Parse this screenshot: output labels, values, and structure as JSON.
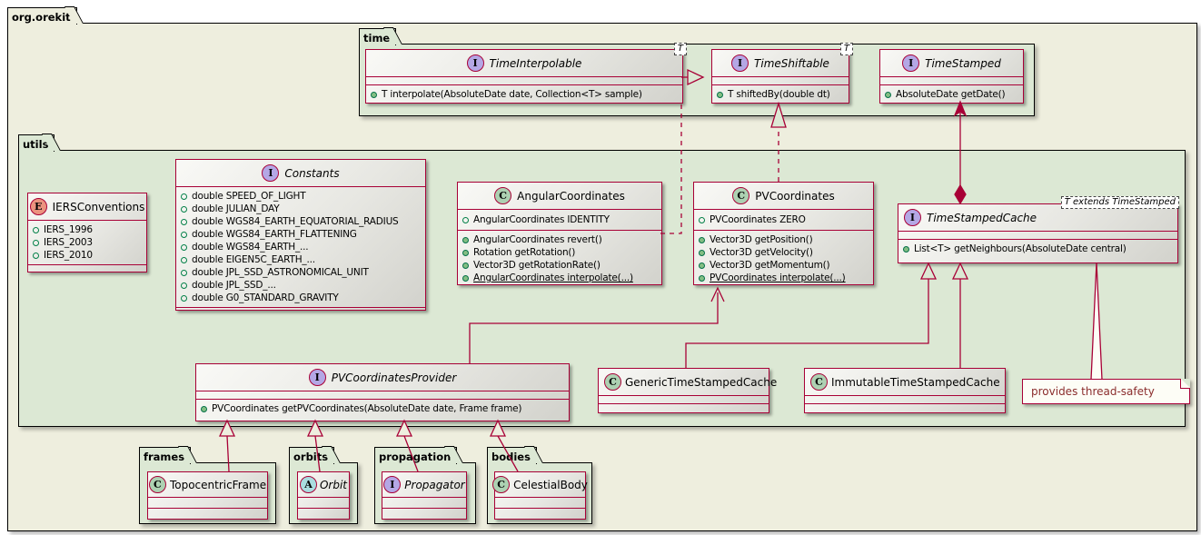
{
  "diagram": {
    "root_package": "org.orekit",
    "packages": {
      "time": "time",
      "utils": "utils",
      "frames": "frames",
      "orbits": "orbits",
      "propagation": "propagation",
      "bodies": "bodies"
    },
    "note": "provides thread-safety"
  },
  "classes": {
    "time_interpolable": {
      "badge": "I",
      "name": "TimeInterpolable",
      "generic": "T",
      "fields": [],
      "methods": [
        {
          "t": "T interpolate(AbsoluteDate date, Collection<T> sample)"
        }
      ]
    },
    "time_shiftable": {
      "badge": "I",
      "name": "TimeShiftable",
      "generic": "T",
      "fields": [],
      "methods": [
        {
          "t": "T shiftedBy(double dt)"
        }
      ]
    },
    "time_stamped": {
      "badge": "I",
      "name": "TimeStamped",
      "fields": [],
      "methods": [
        {
          "t": "AbsoluteDate getDate()"
        }
      ]
    },
    "iers_conventions": {
      "badge": "E",
      "name": "IERSConventions",
      "fields": [
        {
          "t": "IERS_1996"
        },
        {
          "t": "IERS_2003"
        },
        {
          "t": "IERS_2010"
        }
      ],
      "methods": []
    },
    "constants": {
      "badge": "I",
      "name": "Constants",
      "fields": [
        {
          "t": "double SPEED_OF_LIGHT"
        },
        {
          "t": "double JULIAN_DAY"
        },
        {
          "t": "double WGS84_EARTH_EQUATORIAL_RADIUS"
        },
        {
          "t": "double WGS84_EARTH_FLATTENING"
        },
        {
          "t": "double WGS84_EARTH_..."
        },
        {
          "t": "double EIGEN5C_EARTH_..."
        },
        {
          "t": "double JPL_SSD_ASTRONOMICAL_UNIT"
        },
        {
          "t": "double JPL_SSD_..."
        },
        {
          "t": "double G0_STANDARD_GRAVITY"
        }
      ],
      "methods": []
    },
    "angular_coordinates": {
      "badge": "C",
      "name": "AngularCoordinates",
      "fields": [
        {
          "t": "AngularCoordinates IDENTITY"
        }
      ],
      "methods": [
        {
          "t": "AngularCoordinates revert()"
        },
        {
          "t": "Rotation getRotation()"
        },
        {
          "t": "Vector3D getRotationRate()"
        },
        {
          "t": "AngularCoordinates interpolate(...)",
          "u": true
        }
      ]
    },
    "pv_coordinates": {
      "badge": "C",
      "name": "PVCoordinates",
      "fields": [
        {
          "t": "PVCoordinates ZERO"
        }
      ],
      "methods": [
        {
          "t": "Vector3D getPosition()"
        },
        {
          "t": "Vector3D getVelocity()"
        },
        {
          "t": "Vector3D getMomentum()"
        },
        {
          "t": "PVCoordinates interpolate(...)",
          "u": true
        }
      ]
    },
    "time_stamped_cache": {
      "badge": "I",
      "name": "TimeStampedCache",
      "generic": "T extends TimeStamped",
      "fields": [],
      "methods": [
        {
          "t": "List<T> getNeighbours(AbsoluteDate central)"
        }
      ]
    },
    "pv_coordinates_provider": {
      "badge": "I",
      "name": "PVCoordinatesProvider",
      "fields": [],
      "methods": [
        {
          "t": "PVCoordinates getPVCoordinates(AbsoluteDate date, Frame frame)"
        }
      ]
    },
    "generic_time_stamped_cache": {
      "badge": "C",
      "name": "GenericTimeStampedCache",
      "fields": [],
      "methods": []
    },
    "immutable_time_stamped_cache": {
      "badge": "C",
      "name": "ImmutableTimeStampedCache",
      "fields": [],
      "methods": []
    },
    "topocentric_frame": {
      "badge": "C",
      "name": "TopocentricFrame",
      "fields": [],
      "methods": []
    },
    "orbit": {
      "badge": "A",
      "name": "Orbit",
      "fields": [],
      "methods": []
    },
    "propagator": {
      "badge": "I",
      "name": "Propagator",
      "fields": [],
      "methods": []
    },
    "celestial_body": {
      "badge": "C",
      "name": "CelestialBody",
      "fields": [],
      "methods": []
    }
  },
  "colors": {
    "line": "#A80036",
    "outer_package_fill": "#EEEEDE",
    "inner_package_fill": "#DCE8D4",
    "interface_badge": "#B4A7E5",
    "class_badge": "#ADD1B2",
    "enum_badge": "#EB937F",
    "abstract_badge": "#A9DCDF",
    "note_bg": "#FDFDF6",
    "note_text": "#8B2D2D"
  }
}
